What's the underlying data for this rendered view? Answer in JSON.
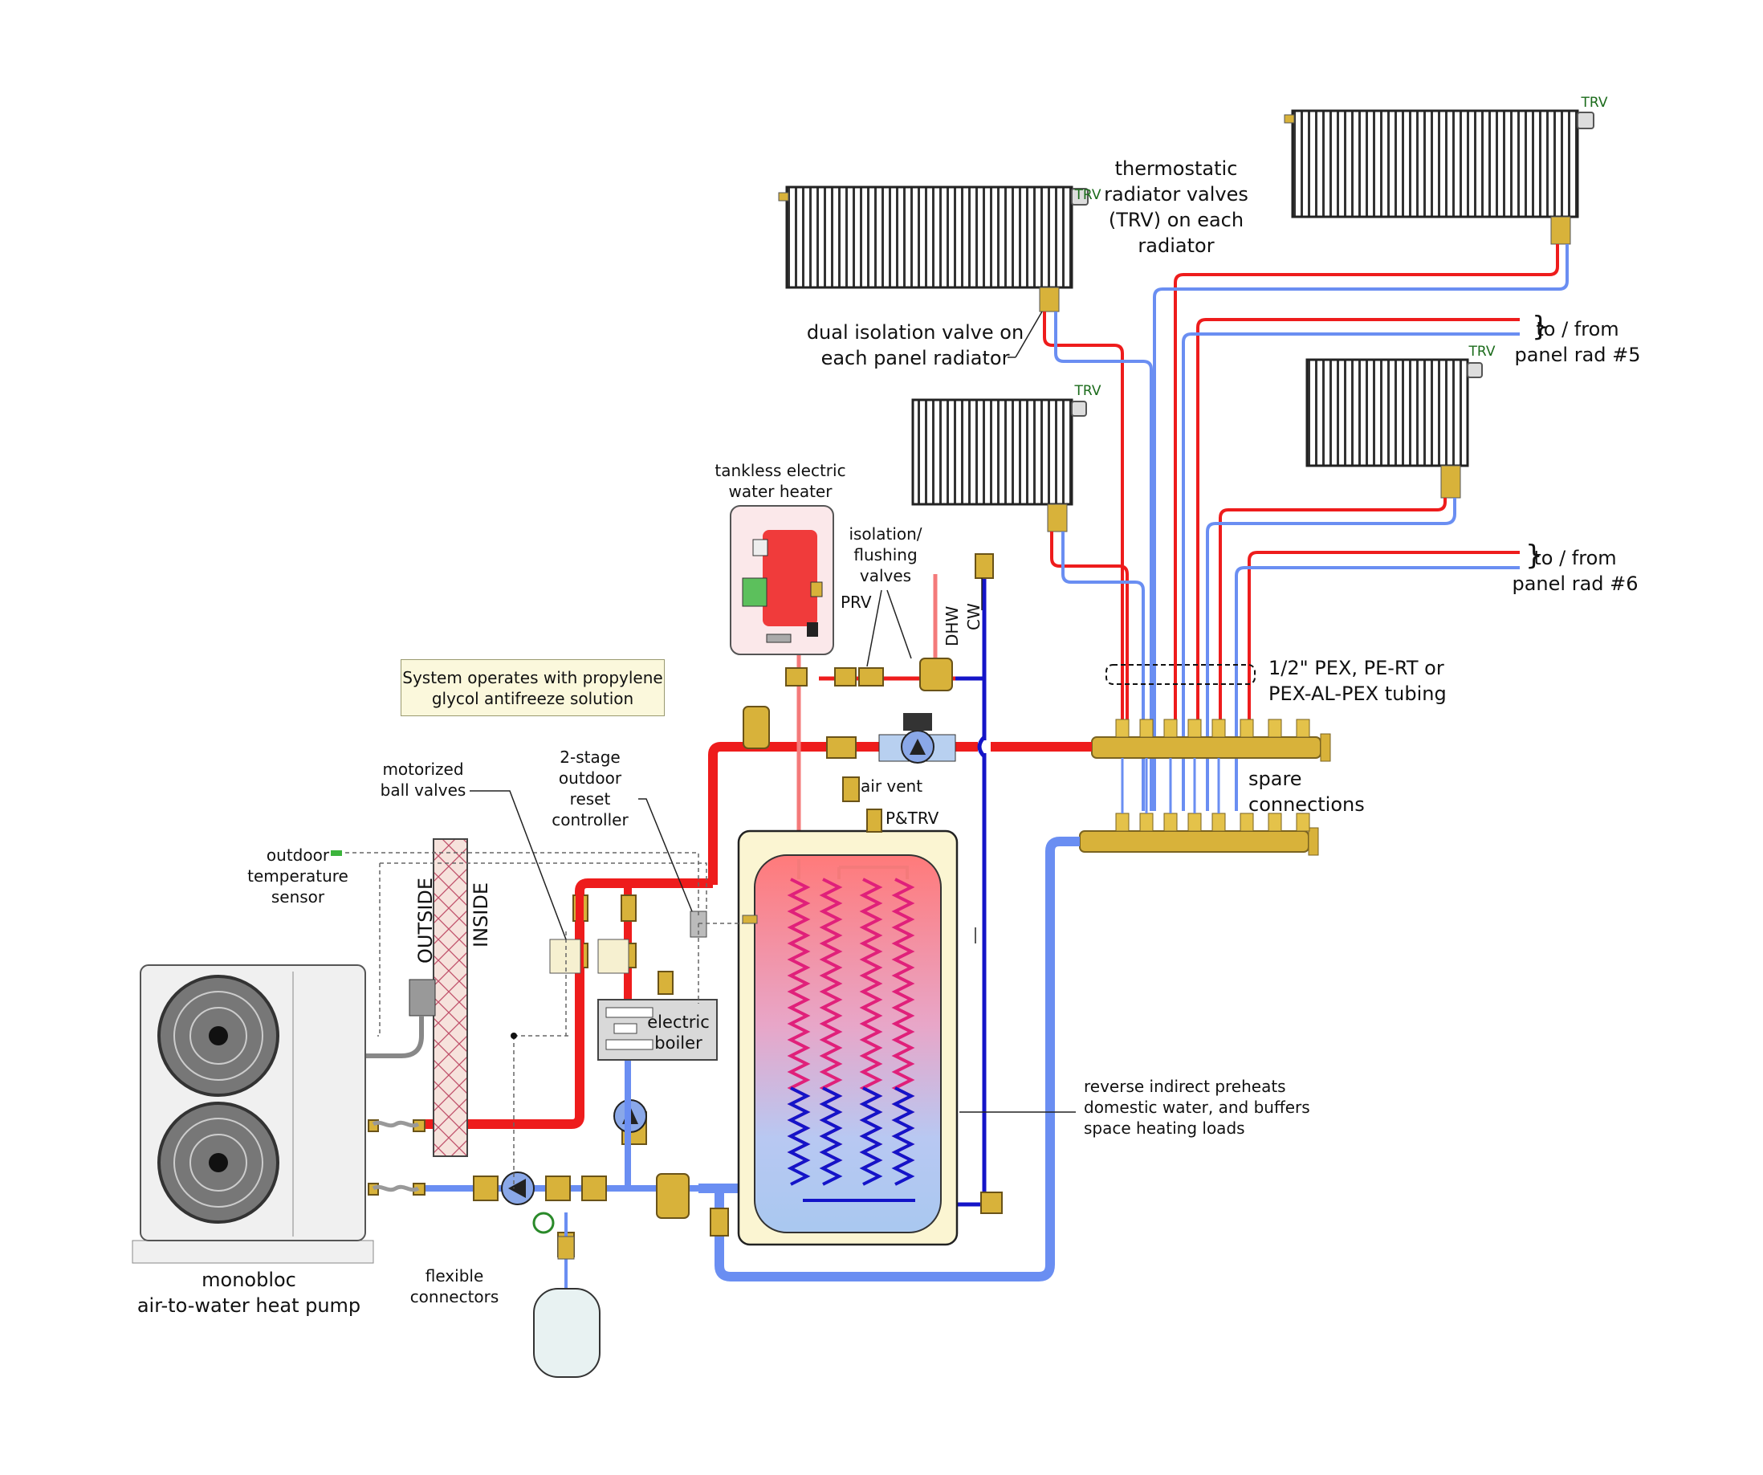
{
  "colors": {
    "supply": "#ee1c1c",
    "return": "#6a8ef2",
    "dhw": "#f47a7a",
    "cold_water": "#1414c8",
    "brass": "#d8b23a",
    "tank_shell": "#fbf5d2"
  },
  "labels": {
    "trv": "TRV",
    "thermostatic": [
      "thermostatic",
      "radiator valves",
      "(TRV) on each",
      "radiator"
    ],
    "dual_isolation": [
      "dual isolation valve on",
      "each panel radiator"
    ],
    "to_from_5": [
      "to / from",
      "panel rad #5"
    ],
    "to_from_6": [
      "to / from",
      "panel rad #6"
    ],
    "tankless": [
      "tankless electric",
      "water heater"
    ],
    "isolation_flushing": [
      "isolation/",
      "flushing",
      "valves"
    ],
    "prv": "PRV",
    "dhw": "DHW",
    "cw": "CW",
    "tubing": [
      "1/2\" PEX, PE-RT or",
      "PEX-AL-PEX tubing"
    ],
    "spare": [
      "spare",
      "connections"
    ],
    "air_vent": "air vent",
    "ptrv": "P&TRV",
    "motorized": [
      "motorized",
      "ball valves"
    ],
    "controller": [
      "2-stage",
      "outdoor",
      "reset",
      "controller"
    ],
    "outdoor_sensor": [
      "outdoor",
      "temperature",
      "sensor"
    ],
    "outside": "OUTSIDE",
    "inside": "INSIDE",
    "electric_boiler": [
      "electric",
      "boiler"
    ],
    "reverse_indirect": [
      "reverse indirect preheats",
      "domestic water, and buffers",
      "space heating loads"
    ],
    "heat_pump": [
      "monobloc",
      "air-to-water heat pump"
    ],
    "flexible": [
      "flexible",
      "connectors"
    ]
  },
  "note": [
    "System operates with propylene",
    "glycol antifreeze solution"
  ]
}
